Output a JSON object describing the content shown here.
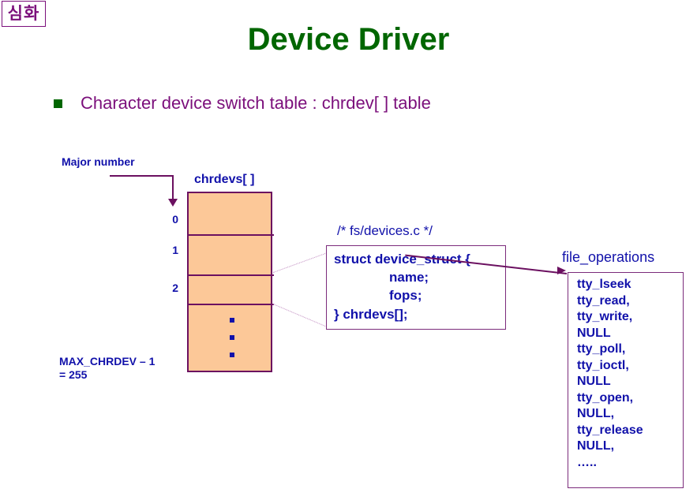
{
  "badge": {
    "text": "심화"
  },
  "slide": {
    "title": "Device Driver",
    "title_color": "#006600",
    "bullet": {
      "marker": "green-square-bullet",
      "text": "Character device switch table : chrdev[ ] table",
      "text_color": "#7B0F7B"
    }
  },
  "diagram": {
    "major_number_label": "Major number",
    "chrdevs_label": "chrdevs[ ]",
    "table": {
      "fill_color": "#FCC898",
      "border_color": "#6B1060",
      "row_indices": [
        "0",
        "1",
        "2"
      ],
      "ellipsis_marker": "vertical-dots",
      "last_row_label_line1": "MAX_CHRDEV – 1",
      "last_row_label_line2": "= 255"
    },
    "struct_box": {
      "comment": "/* fs/devices.c */",
      "lines": [
        "struct device_struct {",
        "name;",
        "fops;",
        "} chrdevs[];"
      ],
      "text_color": "#1111AA",
      "border_color": "#7B2B7B"
    },
    "file_operations": {
      "label": "file_operations",
      "entries": [
        "tty_lseek",
        "tty_read,",
        "tty_write,",
        "NULL",
        "tty_poll,",
        "tty_ioctl,",
        "NULL",
        "tty_open,",
        "NULL,",
        "tty_release",
        "NULL,",
        "….."
      ],
      "text_color": "#1111AA",
      "border_color": "#7B2B7B"
    },
    "connectors": {
      "major_number_arrow": "elbow-arrow-down",
      "table_to_struct": "dotted-leader-lines",
      "fops_to_fileops": "solid-arrow"
    }
  }
}
